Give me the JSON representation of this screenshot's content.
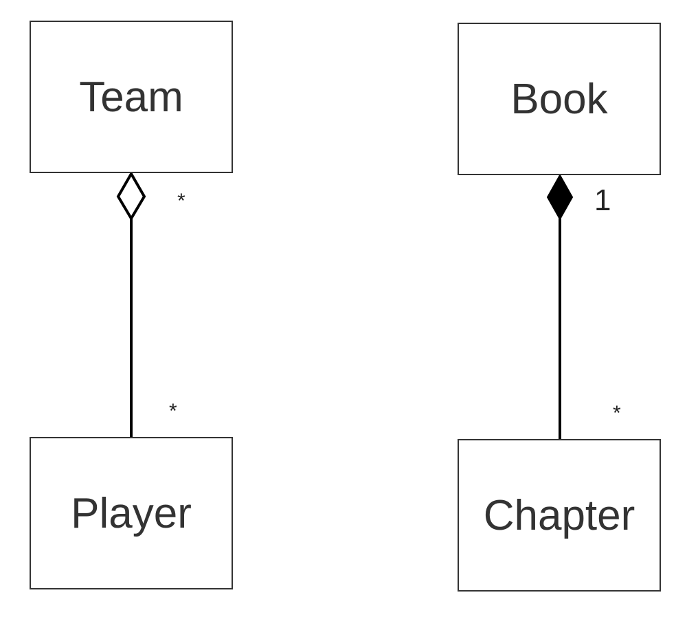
{
  "diagram": {
    "aggregation": {
      "whole": "Team",
      "part": "Player",
      "whole_multiplicity": "*",
      "part_multiplicity": "*",
      "diamond": "hollow-diamond-icon"
    },
    "composition": {
      "whole": "Book",
      "part": "Chapter",
      "whole_multiplicity": "1",
      "part_multiplicity": "*",
      "diamond": "filled-diamond-icon"
    },
    "colors": {
      "stroke": "#000000",
      "border": "#333333",
      "text": "#333333",
      "background": "#ffffff"
    }
  }
}
